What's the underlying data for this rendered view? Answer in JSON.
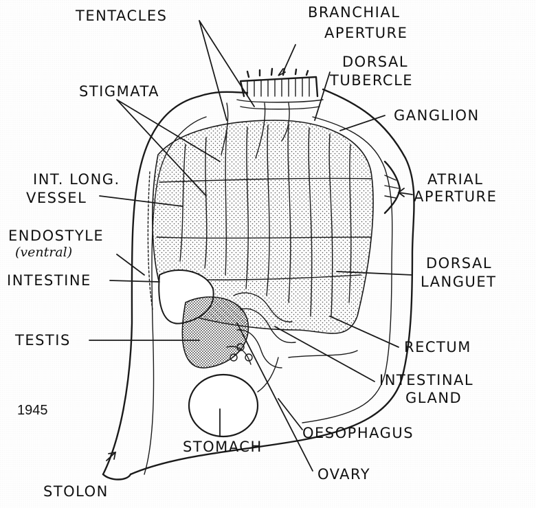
{
  "labels": {
    "tentacles": "TENTACLES",
    "branchial_1": "BRANCHIAL",
    "branchial_2": "APERTURE",
    "dorsal_tubercle_1": "DORSAL",
    "dorsal_tubercle_2": "TUBERCLE",
    "stigmata": "STIGMATA",
    "ganglion": "GANGLION",
    "int_long_1": "INT. LONG.",
    "int_long_2": "VESSEL",
    "atrial_1": "ATRIAL",
    "atrial_2": "APERTURE",
    "endostyle_1": "ENDOSTYLE",
    "endostyle_2": "(ventral)",
    "dorsal_languet_1": "DORSAL",
    "dorsal_languet_2": "LANGUET",
    "intestine": "INTESTINE",
    "testis": "TESTIS",
    "rectum": "RECTUM",
    "intestinal_gland_1": "INTESTINAL",
    "intestinal_gland_2": "GLAND",
    "year": "1945",
    "oesophagus": "OESOPHAGUS",
    "stomach": "STOMACH",
    "ovary": "OVARY",
    "stolon": "STOLON"
  }
}
